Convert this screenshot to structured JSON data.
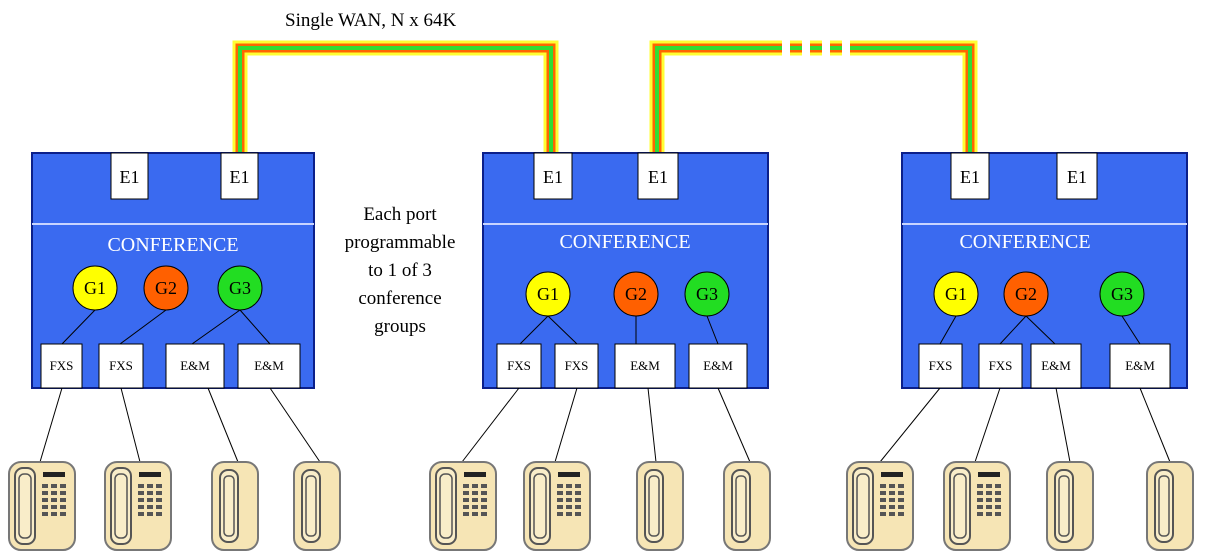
{
  "wan_label": "Single WAN, N x 64K",
  "note_lines": [
    "Each port",
    "programmable",
    "to 1 of 3",
    "conference",
    "groups"
  ],
  "colors": {
    "unit_fill": "#3a6af0",
    "unit_stroke": "#0b1f8a",
    "wan_outer": "#ffff33",
    "wan_middle": "#ff6600",
    "wan_inner": "#33dd33",
    "g1": "#ffff00",
    "g2": "#ff6000",
    "g3": "#22dd22",
    "phone_body": "#f6e5b5"
  },
  "units": [
    {
      "name": "unit-1",
      "e1": [
        "E1",
        "E1"
      ],
      "conference_label": "CONFERENCE",
      "groups": [
        {
          "label": "G1",
          "color": "g1"
        },
        {
          "label": "G2",
          "color": "g2"
        },
        {
          "label": "G3",
          "color": "g3"
        }
      ],
      "ports": [
        "FXS",
        "FXS",
        "E&M",
        "E&M"
      ],
      "phones": [
        "keypad-phone",
        "keypad-phone",
        "handset-phone",
        "handset-phone"
      ]
    },
    {
      "name": "unit-2",
      "e1": [
        "E1",
        "E1"
      ],
      "conference_label": "CONFERENCE",
      "groups": [
        {
          "label": "G1",
          "color": "g1"
        },
        {
          "label": "G2",
          "color": "g2"
        },
        {
          "label": "G3",
          "color": "g3"
        }
      ],
      "ports": [
        "FXS",
        "FXS",
        "E&M",
        "E&M"
      ],
      "phones": [
        "keypad-phone",
        "keypad-phone",
        "handset-phone",
        "handset-phone"
      ]
    },
    {
      "name": "unit-3",
      "e1": [
        "E1",
        "E1"
      ],
      "conference_label": "CONFERENCE",
      "groups": [
        {
          "label": "G1",
          "color": "g1"
        },
        {
          "label": "G2",
          "color": "g2"
        },
        {
          "label": "G3",
          "color": "g3"
        }
      ],
      "ports": [
        "FXS",
        "FXS",
        "E&M",
        "E&M"
      ],
      "phones": [
        "keypad-phone",
        "keypad-phone",
        "handset-phone",
        "handset-phone"
      ]
    }
  ]
}
